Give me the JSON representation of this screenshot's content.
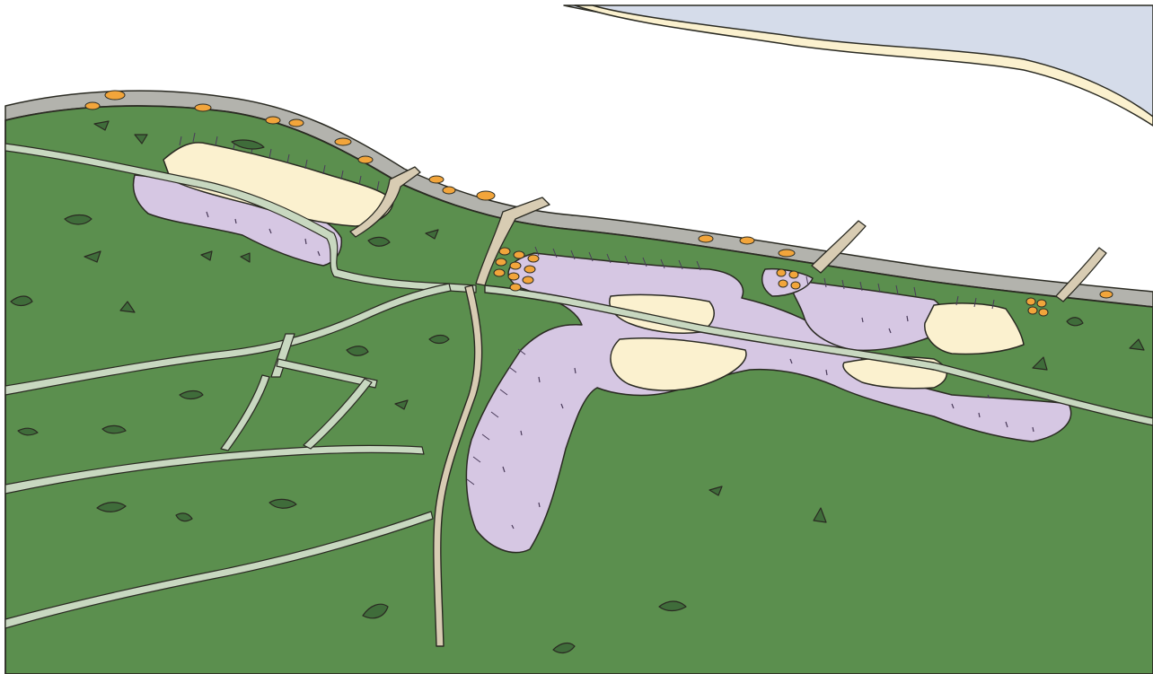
{
  "map": {
    "kind": "illustrated-coastal-landscape",
    "labels": [],
    "palette": {
      "sea": "#d5dcea",
      "white": "#ffffff",
      "sand": "#fbf1cf",
      "road": "#b3b3ad",
      "forest": "#5b8f4e",
      "dark_tree": "#3f6c3a",
      "heath": "#d6c7e3",
      "ditch": "#c8d8c0",
      "path": "#d8ccb3",
      "boulder": "#f2a53b",
      "ink": "#2a2a22"
    },
    "layers": [
      "sea-area",
      "beach-strip",
      "coastal-road",
      "inland-forest",
      "heath-areas",
      "dune-sand-patches",
      "drainage-ditches",
      "main-path",
      "beach-access-paths",
      "tree-clumps",
      "boulder-clusters"
    ]
  }
}
